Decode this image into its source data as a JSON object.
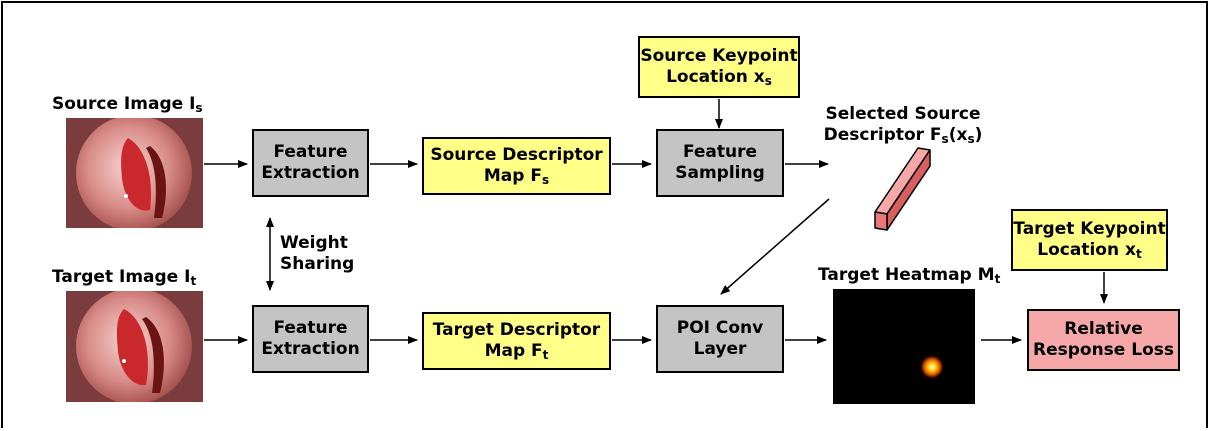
{
  "source_image": {
    "label": "Source Image I",
    "sub": "s"
  },
  "target_image": {
    "label": "Target Image I",
    "sub": "t"
  },
  "feature_extraction_top": {
    "line1": "Feature",
    "line2": "Extraction"
  },
  "feature_extraction_bottom": {
    "line1": "Feature",
    "line2": "Extraction"
  },
  "weight_sharing": {
    "line1": "Weight",
    "line2": "Sharing"
  },
  "source_descriptor_map": {
    "line1": "Source Descriptor",
    "line2": "Map F",
    "sub": "s"
  },
  "target_descriptor_map": {
    "line1": "Target Descriptor",
    "line2": "Map F",
    "sub": "t"
  },
  "source_keypoint": {
    "line1": "Source Keypoint",
    "line2": "Location x",
    "sub": "s"
  },
  "target_keypoint": {
    "line1": "Target Keypoint",
    "line2": "Location x",
    "sub": "t"
  },
  "feature_sampling": {
    "line1": "Feature",
    "line2": "Sampling"
  },
  "selected_descriptor": {
    "line1": "Selected Source",
    "line2_a": "Descriptor F",
    "sub1": "s",
    "line2_b": "(x",
    "sub2": "s",
    "line2_c": ")"
  },
  "poi_conv": {
    "line1": "POI Conv",
    "line2": "Layer"
  },
  "target_heatmap": {
    "label": "Target Heatmap M",
    "sub": "t"
  },
  "relative_loss": {
    "line1": "Relative",
    "line2": "Response Loss"
  },
  "colors": {
    "process_box": "#c4c4c4",
    "data_box": "#ffff88",
    "loss_box": "#f6a8a8",
    "descriptor_bar": "#e97a7a",
    "heatmap_bg": "#000000",
    "heatmap_peak": "#ffd21e"
  }
}
